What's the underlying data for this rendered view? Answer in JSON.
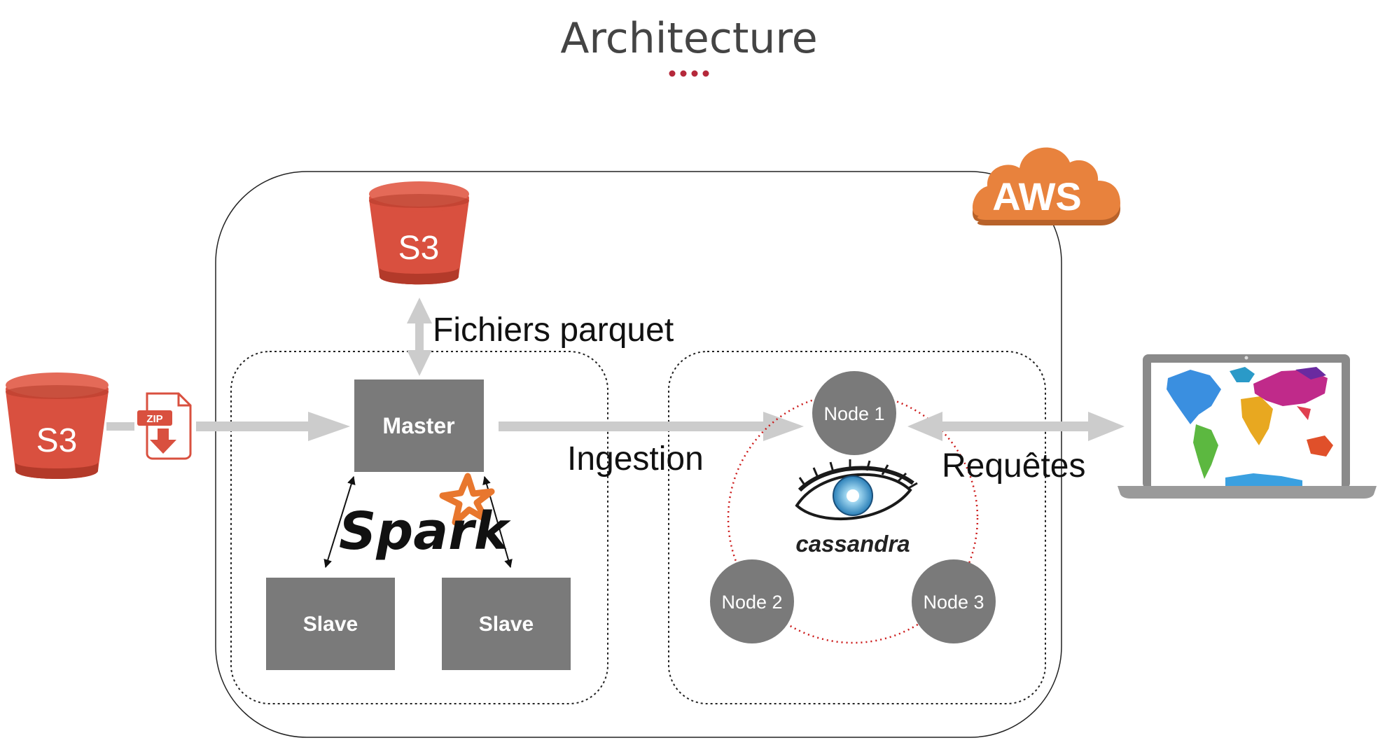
{
  "title": "Architecture",
  "cloud": {
    "label": "AWS",
    "color": "#e8823d"
  },
  "sources": {
    "bucket_label": "S3",
    "zip_label": "ZIP"
  },
  "storage": {
    "bucket_label": "S3",
    "link_label": "Fichiers parquet"
  },
  "spark": {
    "logo_text": "Spark",
    "master_label": "Master",
    "slaves": [
      {
        "label": "Slave"
      },
      {
        "label": "Slave"
      }
    ]
  },
  "ingestion_label": "Ingestion",
  "cassandra": {
    "logo_text": "cassandra",
    "nodes": [
      {
        "label": "Node 1"
      },
      {
        "label": "Node 2"
      },
      {
        "label": "Node 3"
      }
    ]
  },
  "client": {
    "link_label": "Requêtes"
  },
  "colors": {
    "s3_red": "#d9503f",
    "s3_dark": "#b33a2a",
    "box_gray": "#7a7a7a",
    "arrow_gray": "#cccccc",
    "ring_red": "#cc1a1a",
    "accent_dots": "#b5283a",
    "title_gray": "#444444"
  }
}
